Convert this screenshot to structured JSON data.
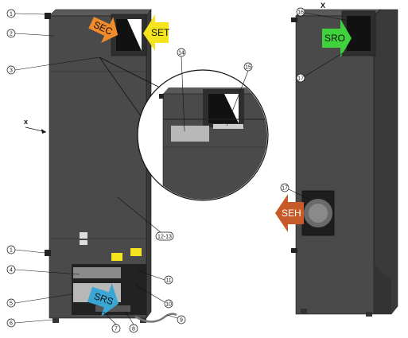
{
  "labels": {
    "x_left": "x",
    "x_right": "X"
  },
  "callouts": [
    "1",
    "2",
    "3",
    "14",
    "15",
    "1",
    "4",
    "5",
    "6",
    "7",
    "8",
    "9",
    "10",
    "11",
    "12-13",
    "16",
    "17",
    "17"
  ],
  "arrows": {
    "sec": {
      "label": "SEC",
      "color": "#f08a2a"
    },
    "set": {
      "label": "SET",
      "color": "#f4e41f"
    },
    "sro": {
      "label": "SRO",
      "color": "#3fd23c"
    },
    "seh": {
      "label": "SEH",
      "color": "#c65a28"
    },
    "srs": {
      "label": "SRS",
      "color": "#3aa6d4"
    }
  },
  "colors": {
    "cabinet": "#4a4a4a",
    "cabinet_dark": "#3a3a3a",
    "cabinet_top": "#5a5a5a",
    "outline": "#1a1a1a"
  }
}
